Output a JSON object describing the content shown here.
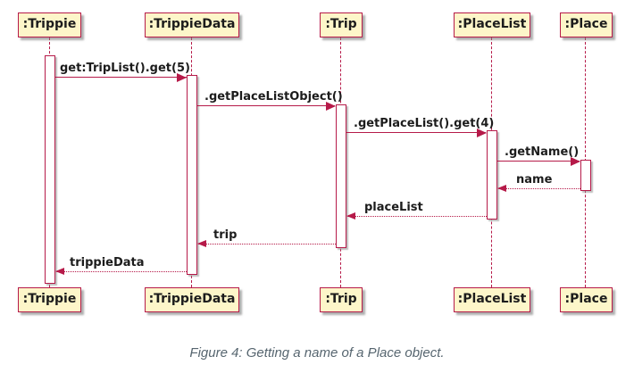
{
  "diagram": {
    "type": "uml-sequence-diagram",
    "caption": "Figure 4: Getting a name of a Place object.",
    "actors": [
      {
        "label": ":Trippie"
      },
      {
        "label": ":TrippieData"
      },
      {
        "label": ":Trip"
      },
      {
        "label": ":PlaceList"
      },
      {
        "label": ":Place"
      }
    ],
    "messages": [
      {
        "label": "get:TripList().get(5)",
        "type": "call",
        "from": ":Trippie",
        "to": ":TrippieData"
      },
      {
        "label": ".getPlaceListObject()",
        "type": "call",
        "from": ":TrippieData",
        "to": ":Trip"
      },
      {
        "label": ".getPlaceList().get(4)",
        "type": "call",
        "from": ":Trip",
        "to": ":PlaceList"
      },
      {
        "label": ".getName()",
        "type": "call",
        "from": ":PlaceList",
        "to": ":Place"
      },
      {
        "label": "name",
        "type": "return",
        "from": ":Place",
        "to": ":PlaceList"
      },
      {
        "label": "placeList",
        "type": "return",
        "from": ":PlaceList",
        "to": ":Trip"
      },
      {
        "label": "trip",
        "type": "return",
        "from": ":Trip",
        "to": ":TrippieData"
      },
      {
        "label": "trippieData",
        "type": "return",
        "from": ":TrippieData",
        "to": ":Trippie"
      }
    ],
    "colors": {
      "line": "#b61a49",
      "box_fill": "#fdf6c9",
      "text": "#1c1c1c",
      "caption": "#56656f",
      "background": "#ffffff"
    }
  }
}
